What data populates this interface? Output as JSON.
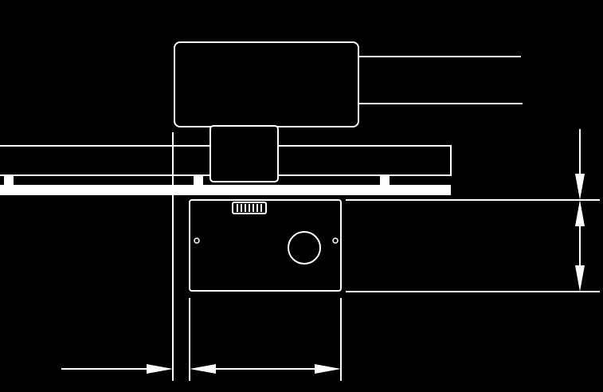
{
  "diagram": {
    "type": "technical-dimension-drawing",
    "background_color": "#000000",
    "line_color": "#ffffff",
    "components": [
      "motor-housing",
      "leader-line",
      "rail-beam",
      "mounting-block",
      "rail-track",
      "rail-support-foot",
      "junction-plate",
      "grip-slot",
      "round-opening",
      "mounting-hole",
      "extension-line",
      "dimension-arrow"
    ],
    "text_labels": []
  }
}
